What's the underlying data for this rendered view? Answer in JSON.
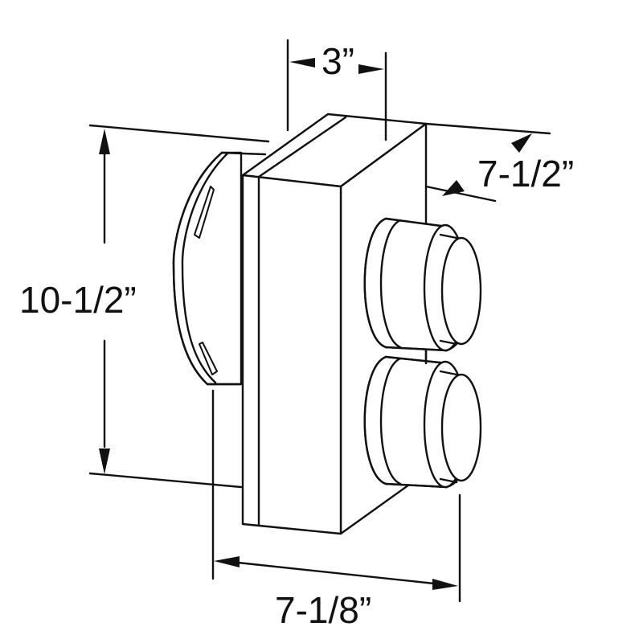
{
  "diagram": {
    "subject": "dual pipe termination adapter box with rear collar and two front outlets",
    "line_color": "#111111",
    "background": "#ffffff",
    "dimensions": {
      "depth_top": "3”",
      "width_right": "7-1/2”",
      "height_left": "10-1/2”",
      "overall_depth_bottom": "7-1/8”"
    }
  }
}
